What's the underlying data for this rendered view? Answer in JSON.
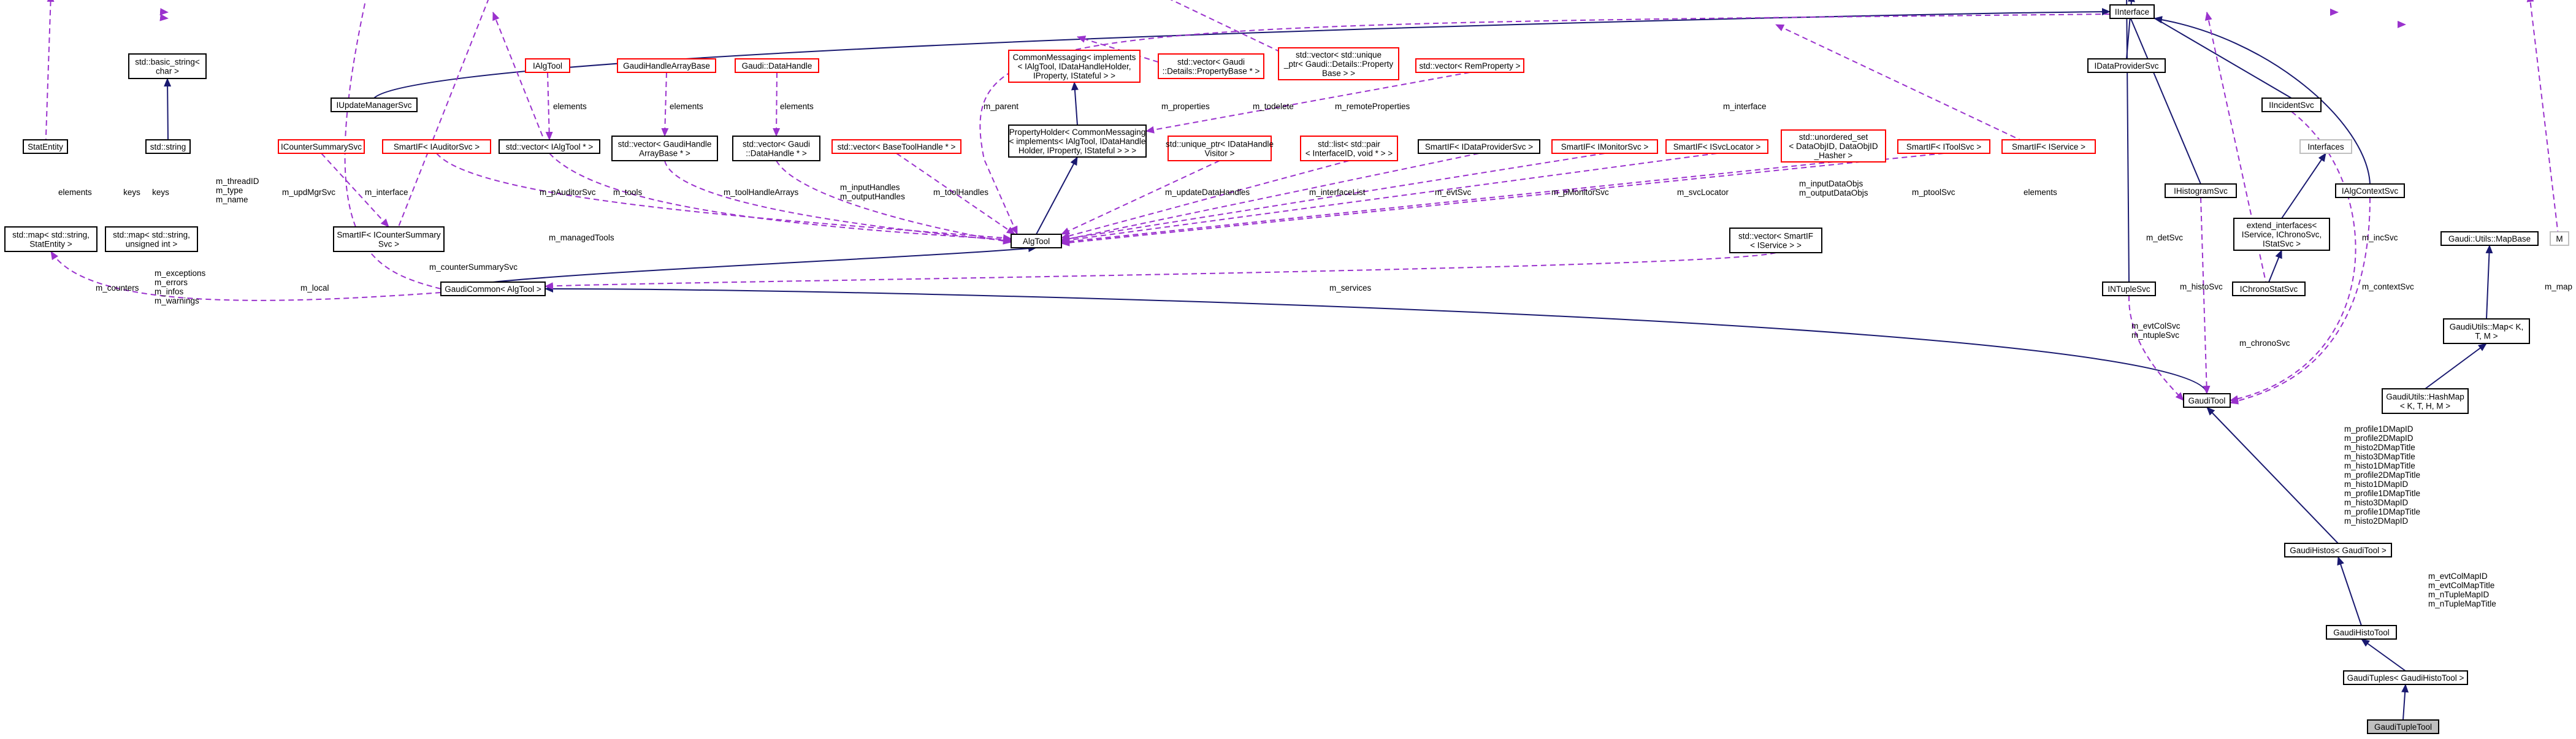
{
  "nodes": {
    "interface": [
      "IInterface"
    ],
    "basic_string": [
      "std::basic_string<",
      "char >"
    ],
    "std_string": [
      "std::string"
    ],
    "statentity": [
      "StatEntity"
    ],
    "map_statentity": [
      "std::map< std::string,",
      "StatEntity >"
    ],
    "map_unsigned": [
      "std::map< std::string,",
      "unsigned int >"
    ],
    "iupdatemgr": [
      "IUpdateManagerSvc"
    ],
    "ialgtool_r": [
      "IAlgTool"
    ],
    "ghandlebase": [
      "GaudiHandleArrayBase"
    ],
    "gdatahandle": [
      "Gaudi::DataHandle"
    ],
    "commonmsg_if": [
      "CommonMessaging< implements",
      "< IAlgTool, IDataHandleHolder,",
      "IProperty, IStateful > >"
    ],
    "vec_propbase": [
      "std::vector< Gaudi",
      "::Details::PropertyBase * >"
    ],
    "vec_uniqueprop": [
      "std::vector< std::unique",
      "_ptr< Gaudi::Details::Property",
      "Base > >"
    ],
    "vec_remprop": [
      "std::vector< RemProperty >"
    ],
    "idataprov": [
      "IDataProviderSvc"
    ],
    "icountersvc": [
      "ICounterSummarySvc"
    ],
    "smart_auditor": [
      "SmartIF< IAuditorSvc >"
    ],
    "vec_ialgtool": [
      "std::vector< IAlgTool * >"
    ],
    "vec_ghandle": [
      "std::vector< GaudiHandle",
      "ArrayBase * >"
    ],
    "vec_datahandle": [
      "std::vector< Gaudi",
      "::DataHandle * >"
    ],
    "vec_basetool": [
      "std::vector< BaseToolHandle * >"
    ],
    "propholder": [
      "PropertyHolder< CommonMessaging",
      "< implements< IAlgTool, IDataHandle",
      "Holder, IProperty, IStateful > > >"
    ],
    "uniq_datavisitor": [
      "std::unique_ptr< IDataHandle",
      "Visitor >"
    ],
    "list_pair": [
      "std::list< std::pair",
      "< InterfaceID, void * > >"
    ],
    "smart_dataprov": [
      "SmartIF< IDataProviderSvc >"
    ],
    "smart_monitor": [
      "SmartIF< IMonitorSvc >"
    ],
    "smart_svcloc": [
      "SmartIF< ISvcLocator >"
    ],
    "unordered_set": [
      "std::unordered_set",
      "< DataObjID, DataObjID",
      "_Hasher >"
    ],
    "smart_toolsvc": [
      "SmartIF< IToolSvc >"
    ],
    "smart_iservice": [
      "SmartIF< IService >"
    ],
    "iincident": [
      "IIncidentSvc"
    ],
    "interfaces": [
      "Interfaces"
    ],
    "ihistogram": [
      "IHistogramSvc"
    ],
    "smart_countersvc": [
      "SmartIF< ICounterSummary",
      "Svc >"
    ],
    "algtool": [
      "AlgTool"
    ],
    "vec_smart_iservice": [
      "std::vector< SmartIF",
      "< IService > >"
    ],
    "extend_if": [
      "extend_interfaces<",
      "IService, IChronoSvc,",
      "IStatSvc >"
    ],
    "ialgcontext": [
      "IAlgContextSvc"
    ],
    "mapbase": [
      "Gaudi::Utils::MapBase"
    ],
    "m_tpl": [
      "M"
    ],
    "intuplesvc": [
      "INTupleSvc"
    ],
    "ichrono": [
      "IChronoStatSvc"
    ],
    "gaudicommon": [
      "GaudiCommon< AlgTool >"
    ],
    "gutils_map": [
      "GaudiUtils::Map< K,",
      "T, M >"
    ],
    "gauditool": [
      "GaudiTool"
    ],
    "hashmap": [
      "GaudiUtils::HashMap",
      "< K, T, H, M >"
    ],
    "histos": [
      "GaudiHistos< GaudiTool >"
    ],
    "histotool": [
      "GaudiHistoTool"
    ],
    "tuples": [
      "GaudiTuples< GaudiHistoTool >"
    ],
    "tupletool": [
      "GaudiTupleTool"
    ]
  },
  "edge_labels": {
    "e_elements_statentity": [
      "elements"
    ],
    "e_keys": [
      "keys"
    ],
    "e_keys2": [
      "keys"
    ],
    "e_thread": [
      "m_threadID",
      "m_type",
      "m_name"
    ],
    "e_elements_ialgtool": [
      "elements"
    ],
    "e_elements_ghandle": [
      "elements"
    ],
    "e_elements_datahandle": [
      "elements"
    ],
    "e_parent": [
      "m_parent"
    ],
    "e_properties": [
      "m_properties"
    ],
    "e_todelete": [
      "m_todelete"
    ],
    "e_remote": [
      "m_remoteProperties"
    ],
    "e_interface_dp": [
      "m_interface"
    ],
    "e_interface_cs": [
      "m_interface"
    ],
    "e_updmgr": [
      "m_updMgrSvc"
    ],
    "e_pauditor": [
      "m_pAuditorSvc"
    ],
    "e_tools": [
      "m_tools"
    ],
    "e_toolhandlearrays": [
      "m_toolHandleArrays"
    ],
    "e_inputhandles": [
      "m_inputHandles",
      "m_outputHandles"
    ],
    "e_toolhandles": [
      "m_toolHandles"
    ],
    "e_updatedatahandles": [
      "m_updateDataHandles"
    ],
    "e_interfacelist": [
      "m_interfaceList"
    ],
    "e_evtsvc": [
      "m_evtSvc"
    ],
    "e_pmonitor": [
      "m_pMonitorSvc"
    ],
    "e_svclocator": [
      "m_svcLocator"
    ],
    "e_inputdataobjs": [
      "m_inputDataObjs",
      "m_outputDataObjs"
    ],
    "e_ptoolsvc": [
      "m_ptoolSvc"
    ],
    "e_elements_iservice": [
      "elements"
    ],
    "e_exceptions": [
      "m_exceptions",
      "m_errors",
      "m_infos",
      "m_warnings"
    ],
    "e_counters": [
      "m_counters"
    ],
    "e_local": [
      "m_local"
    ],
    "e_managedtools": [
      "m_managedTools"
    ],
    "e_countersummary": [
      "m_counterSummarySvc"
    ],
    "e_services": [
      "m_services"
    ],
    "e_detsvc": [
      "m_detSvc"
    ],
    "e_histosvc": [
      "m_histoSvc"
    ],
    "e_incsvc": [
      "m_incSvc"
    ],
    "e_contextsvc": [
      "m_contextSvc"
    ],
    "e_map": [
      "m_map"
    ],
    "e_evtcolsvc": [
      "m_evtColSvc",
      "m_ntupleSvc"
    ],
    "e_chronosvc": [
      "m_chronoSvc"
    ],
    "e_histo_maps": [
      "m_profile1DMapID",
      "m_profile2DMapID",
      "m_histo2DMapTitle",
      "m_histo3DMapTitle",
      "m_histo1DMapTitle",
      "m_profile2DMapTitle",
      "m_histo1DMapID",
      "m_profile1DMapTitle",
      "m_histo3DMapID",
      "m_profile1DMapTitle",
      "m_histo2DMapID"
    ],
    "e_tuple_maps": [
      "m_evtColMapID",
      "m_evtColMapTitle",
      "m_nTupleMapID",
      "m_nTupleMapTitle"
    ]
  },
  "colors": {
    "inheritance": "#191970",
    "usage": "#9a32cd",
    "undocumented_border": "#ff0000",
    "highlight_fill": "#bfbfbf"
  }
}
